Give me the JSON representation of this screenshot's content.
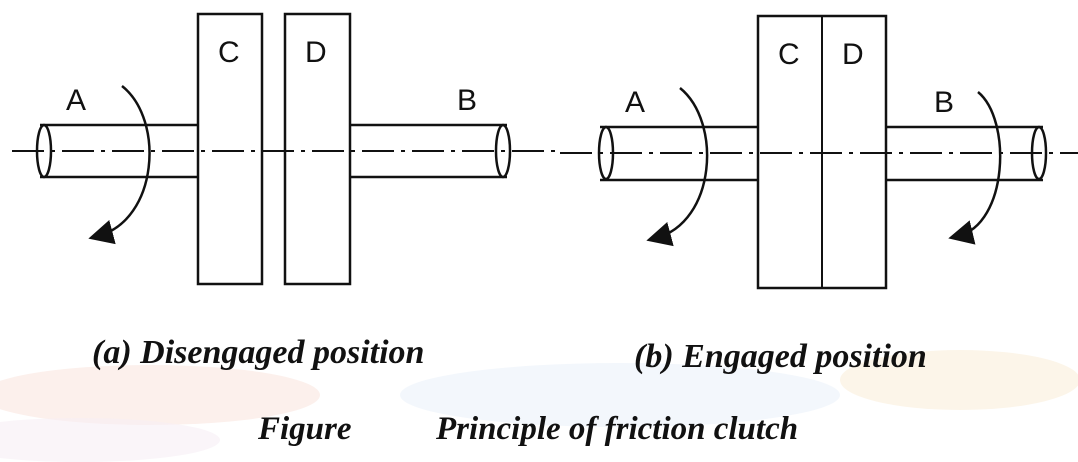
{
  "panels": [
    {
      "caption": "(a) Disengaged position",
      "labels": {
        "input_shaft": "A",
        "output_shaft": "B",
        "plate_1": "C",
        "plate_2": "D"
      }
    },
    {
      "caption": "(b) Engaged position",
      "labels": {
        "input_shaft": "A",
        "output_shaft": "B",
        "plate_1": "C",
        "plate_2": "D"
      }
    }
  ],
  "figure": {
    "word": "Figure",
    "title": "Principle of friction clutch"
  },
  "colors": {
    "line": "#111111",
    "background": "#ffffff"
  }
}
